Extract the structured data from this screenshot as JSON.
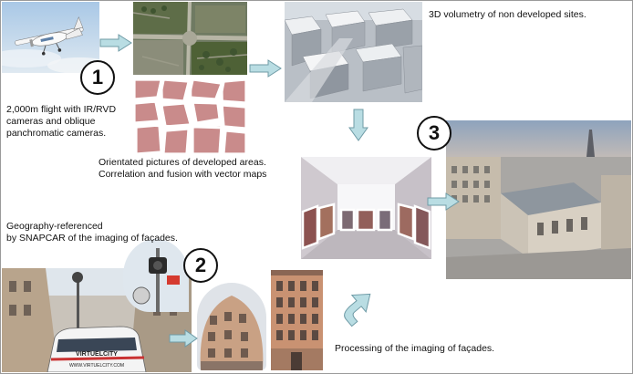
{
  "steps": [
    "1",
    "2",
    "3"
  ],
  "captions": {
    "flight": "2,000m flight with IR/RVD\ncameras and oblique\npanchromatic cameras.",
    "volumetry": "3D volumetry of non developed sites.",
    "orthophoto": "Orientated pictures of developed areas.\nCorrelation and fusion with vector maps",
    "snapcar": "Geography-referenced\nby SNAPCAR of the imaging of façades.",
    "processing": "Processing of the imaging of façades."
  },
  "van_logo": "VIRTUELCITY",
  "van_url": "WWW.VIRTUELCITY.COM",
  "colors": {
    "arrow_fill": "#b9dde3",
    "arrow_stroke": "#6f9ba6",
    "ring_text": "#111111"
  }
}
